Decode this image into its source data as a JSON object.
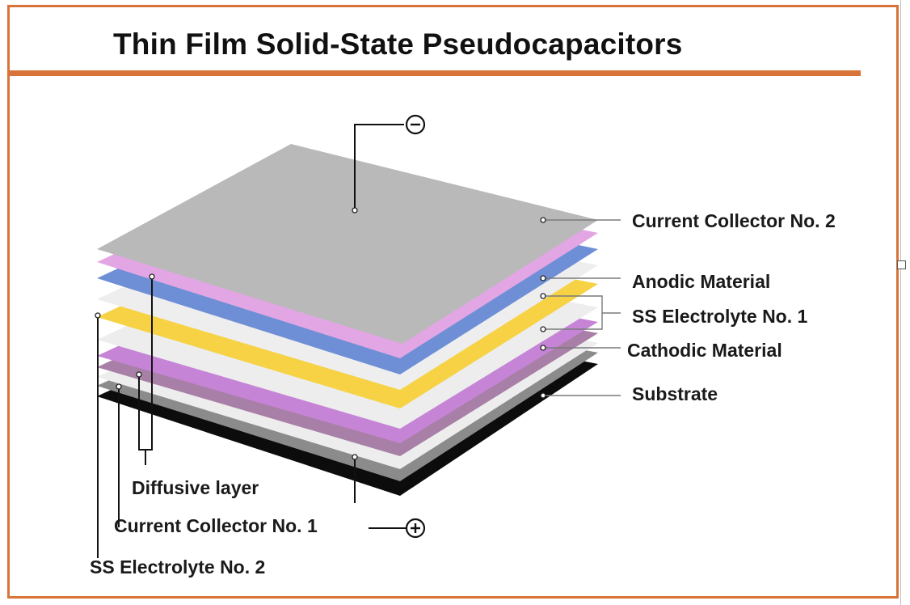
{
  "title": "Thin Film Solid-State Pseudocapacitors",
  "colors": {
    "accent": "#d8743a",
    "current_collector": "#b9b9b9",
    "anodic_material": "#e2a6e4",
    "electrolyte": "#ececec",
    "diffusive_layer_blue": "#6e8fd6",
    "diffusive_layer_yellow": "#f6d244",
    "cathodic_material": "#c684d6",
    "substrate": "#0c0c0c"
  },
  "terminals": {
    "negative": "−",
    "positive": "+"
  },
  "labels": {
    "current_collector_2": "Current Collector No. 2",
    "anodic_material": "Anodic Material",
    "ss_electrolyte_1": "SS Electrolyte No. 1",
    "cathodic_material": "Cathodic Material",
    "substrate": "Substrate",
    "diffusive_layer": "Diffusive layer",
    "current_collector_1": "Current Collector No. 1",
    "ss_electrolyte_2": "SS Electrolyte No. 2"
  }
}
